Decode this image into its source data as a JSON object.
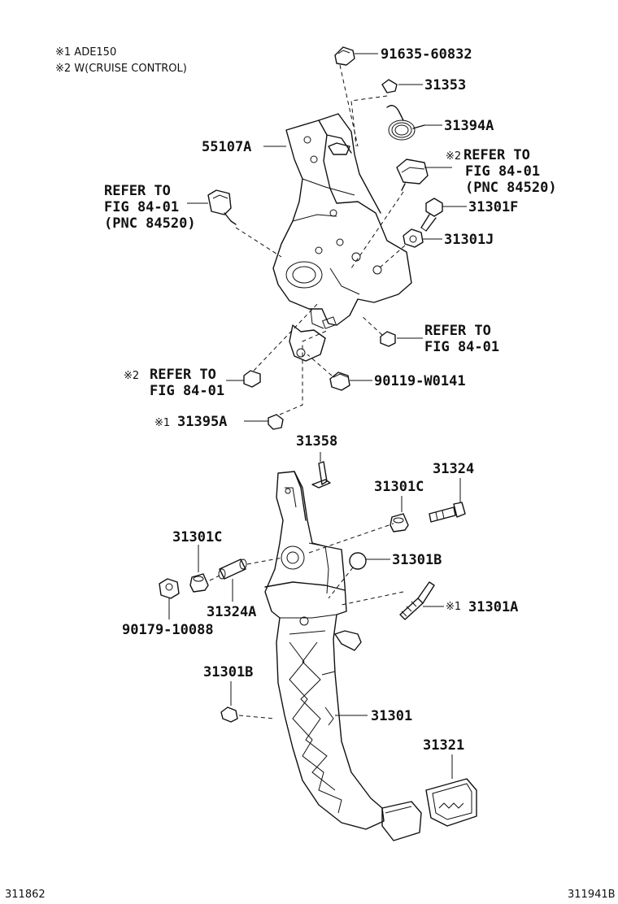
{
  "notes": {
    "n1": "※1  ADE150",
    "n2": "※2  W(CRUISE CONTROL)"
  },
  "labels": {
    "p91635": "91635-60832",
    "p31353": "31353",
    "p31394A": "31394A",
    "p55107A": "55107A",
    "ref_cruise_1": "※2",
    "ref_cruise_2": "REFER TO",
    "ref_cruise_3": "FIG 84-01",
    "ref_cruise_4": "(PNC 84520)",
    "ref_left_1": "REFER TO",
    "ref_left_2": "FIG 84-01",
    "ref_left_3": "(PNC 84520)",
    "p31301F": "31301F",
    "p31301J": "31301J",
    "ref_right_1": "REFER TO",
    "ref_right_2": "FIG 84-01",
    "ref_mid_mark": "※2",
    "ref_mid_1": "REFER TO",
    "ref_mid_2": "FIG 84-01",
    "p90119": "90119-W0141",
    "p31395A_mark": "※1",
    "p31395A": "31395A",
    "p31358": "31358",
    "p31324": "31324",
    "p31301C_r": "31301C",
    "p31301C_l": "31301C",
    "p31301B_top": "31301B",
    "p31324A": "31324A",
    "p31301A_mark": "※1",
    "p31301A": "31301A",
    "p90179": "90179-10088",
    "p31301B_low": "31301B",
    "p31301": "31301",
    "p31321": "31321"
  },
  "footer": {
    "left_code": "311862",
    "right_code": "311941B"
  }
}
